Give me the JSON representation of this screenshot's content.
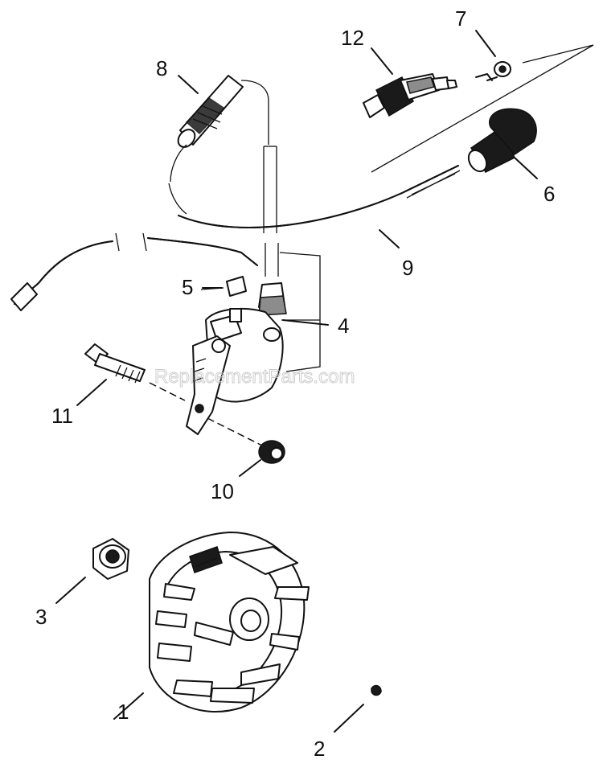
{
  "watermark": "ReplacementParts.com",
  "callouts": [
    {
      "id": "1",
      "label": "1"
    },
    {
      "id": "2",
      "label": "2"
    },
    {
      "id": "3",
      "label": "3"
    },
    {
      "id": "4",
      "label": "4"
    },
    {
      "id": "5",
      "label": "5"
    },
    {
      "id": "6",
      "label": "6"
    },
    {
      "id": "7",
      "label": "7"
    },
    {
      "id": "8",
      "label": "8"
    },
    {
      "id": "9",
      "label": "9"
    },
    {
      "id": "10",
      "label": "10"
    },
    {
      "id": "11",
      "label": "11"
    },
    {
      "id": "12",
      "label": "12"
    }
  ]
}
